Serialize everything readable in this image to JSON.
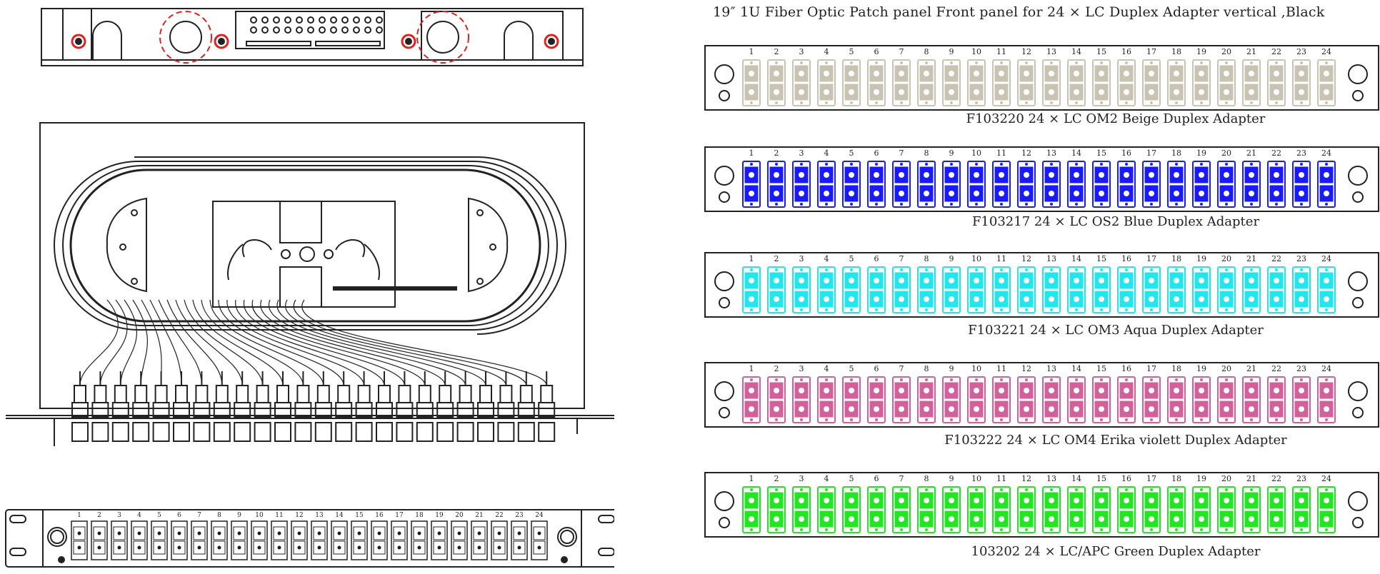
{
  "title": "19″ 1U Fiber Optic Patch panel Front panel for 24 × LC Duplex Adapter vertical ,Black",
  "port_count": 24,
  "ports": [
    "1",
    "2",
    "3",
    "4",
    "5",
    "6",
    "7",
    "8",
    "9",
    "10",
    "11",
    "12",
    "13",
    "14",
    "15",
    "16",
    "17",
    "18",
    "19",
    "20",
    "21",
    "22",
    "23",
    "24"
  ],
  "panels": [
    {
      "caption": "F103220 24 × LC OM2 Beige  Duplex Adapter",
      "color": "#c8c3b2"
    },
    {
      "caption": "F103217 24 × LC OS2 Blue Duplex Adapter",
      "color": "#1a1aff"
    },
    {
      "caption": "F103221 24 × LC OM3 Aqua Duplex Adapter",
      "color": "#22e6ee"
    },
    {
      "caption": "F103222 24 × LC OM4 Erika violett Duplex Adapter",
      "color": "#d2609a"
    },
    {
      "caption": "103202 24 × LC/APC Green Duplex Adapter",
      "color": "#22e622"
    }
  ]
}
